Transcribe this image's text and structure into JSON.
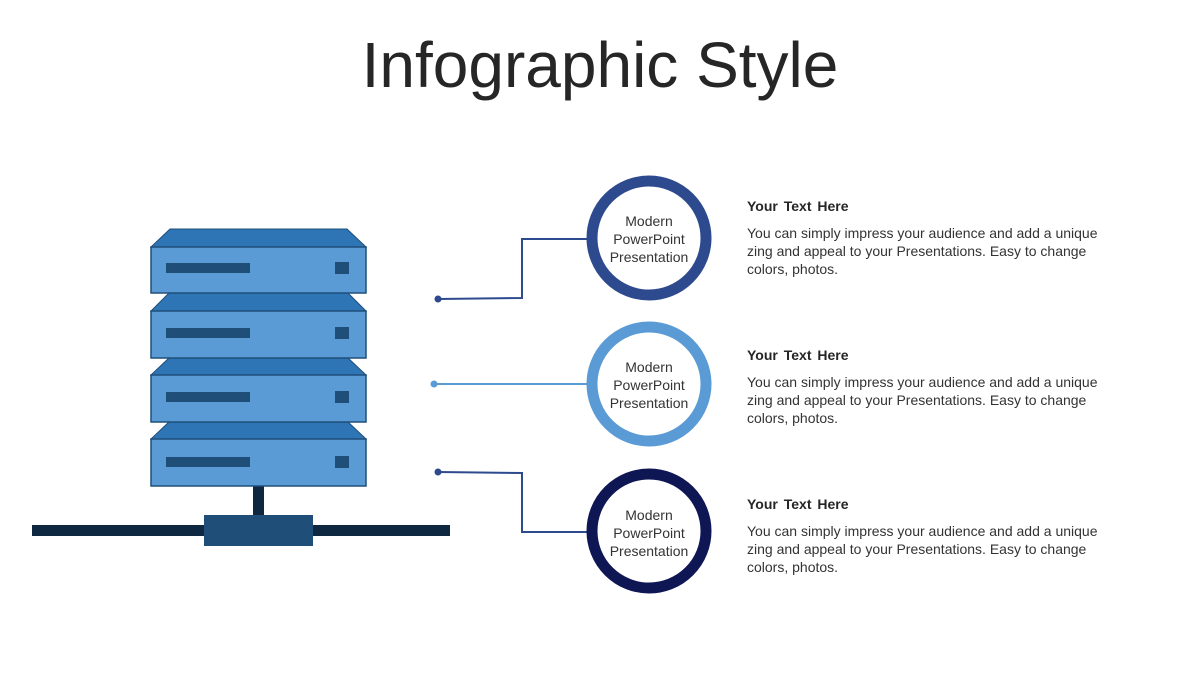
{
  "title": "Infographic Style",
  "items": [
    {
      "circle_text": [
        "Modern",
        "PowerPoint",
        "Presentation"
      ],
      "ring_color": "#2E4A8E",
      "heading": "Your Text  Here",
      "body": "You can simply impress your audience and add a unique zing and appeal to your Presentations. Easy to change colors, photos."
    },
    {
      "circle_text": [
        "Modern",
        "PowerPoint",
        "Presentation"
      ],
      "ring_color": "#5B9BD5",
      "heading": "Your Text  Here",
      "body": "You can simply impress your audience and add a unique zing and appeal to your Presentations. Easy to change colors, photos."
    },
    {
      "circle_text": [
        "Modern",
        "PowerPoint",
        "Presentation"
      ],
      "ring_color": "#0F1654",
      "heading": "Your Text  Here",
      "body": "You can simply impress your audience and add a unique zing and appeal to your Presentations. Easy to change colors, photos."
    }
  ],
  "colors": {
    "server_front": "#5B9BD5",
    "server_top": "#2E75B6",
    "server_edge": "#1F4E79",
    "server_slot": "#1F4E79",
    "network_bar": "#0E2841",
    "network_box": "#1F4E79"
  }
}
